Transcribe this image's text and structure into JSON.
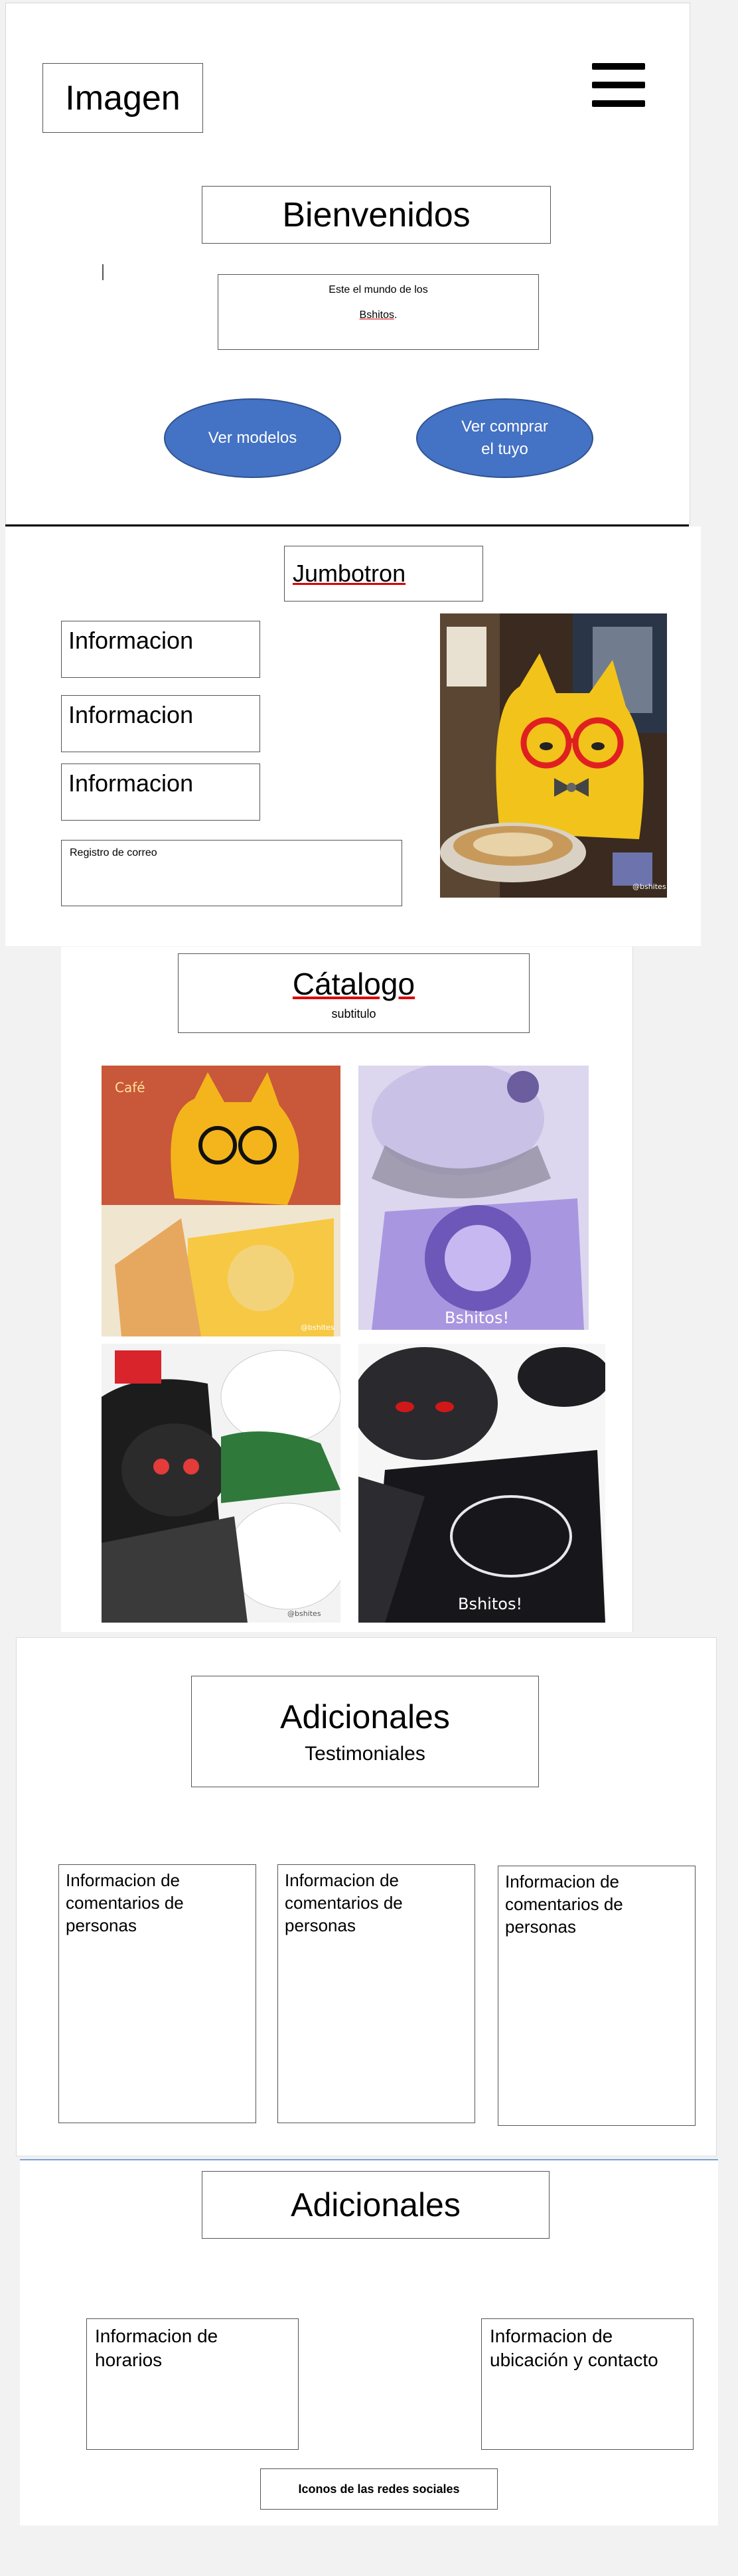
{
  "header": {
    "logo_label": "Imagen",
    "menu_icon": "hamburger-menu-icon"
  },
  "hero": {
    "title": "Bienvenidos",
    "intro_line1": "Este el mundo de los",
    "intro_brand": "Bshitos",
    "intro_period": ".",
    "button_models": "Ver modelos",
    "button_buy_line1": "Ver comprar",
    "button_buy_line2": "el tuyo",
    "button_color": "#4472c4"
  },
  "jumbotron": {
    "title": "Jumbotron",
    "info_items": [
      "Informacion",
      "Informacion",
      "Informacion"
    ],
    "email_label": "Registro de correo",
    "photo_watermark": "@bshites"
  },
  "catalog": {
    "title": "Cátalogo",
    "subtitle": "subtitulo",
    "photo_labels": [
      "@bshites",
      "Bshitos!",
      "@bshites",
      "Bshitos!"
    ]
  },
  "additional_testimonials": {
    "title": "Adicionales",
    "subtitle": "Testimoniales",
    "cards": [
      {
        "line1": "Informacion de",
        "line2": "comentarios de",
        "line3": "personas"
      },
      {
        "line1": "Informacion de",
        "line2": "comentarios de",
        "line3": "personas"
      },
      {
        "line1": "Informacion de",
        "line2": "comentarios de",
        "line3": "personas"
      }
    ]
  },
  "additional_info": {
    "title": "Adicionales",
    "hours_line1": "Informacion de",
    "hours_line2": "horarios",
    "location_line1": "Informacion de",
    "location_line2": "ubicación y contacto",
    "social_label": "Iconos de las redes sociales"
  }
}
